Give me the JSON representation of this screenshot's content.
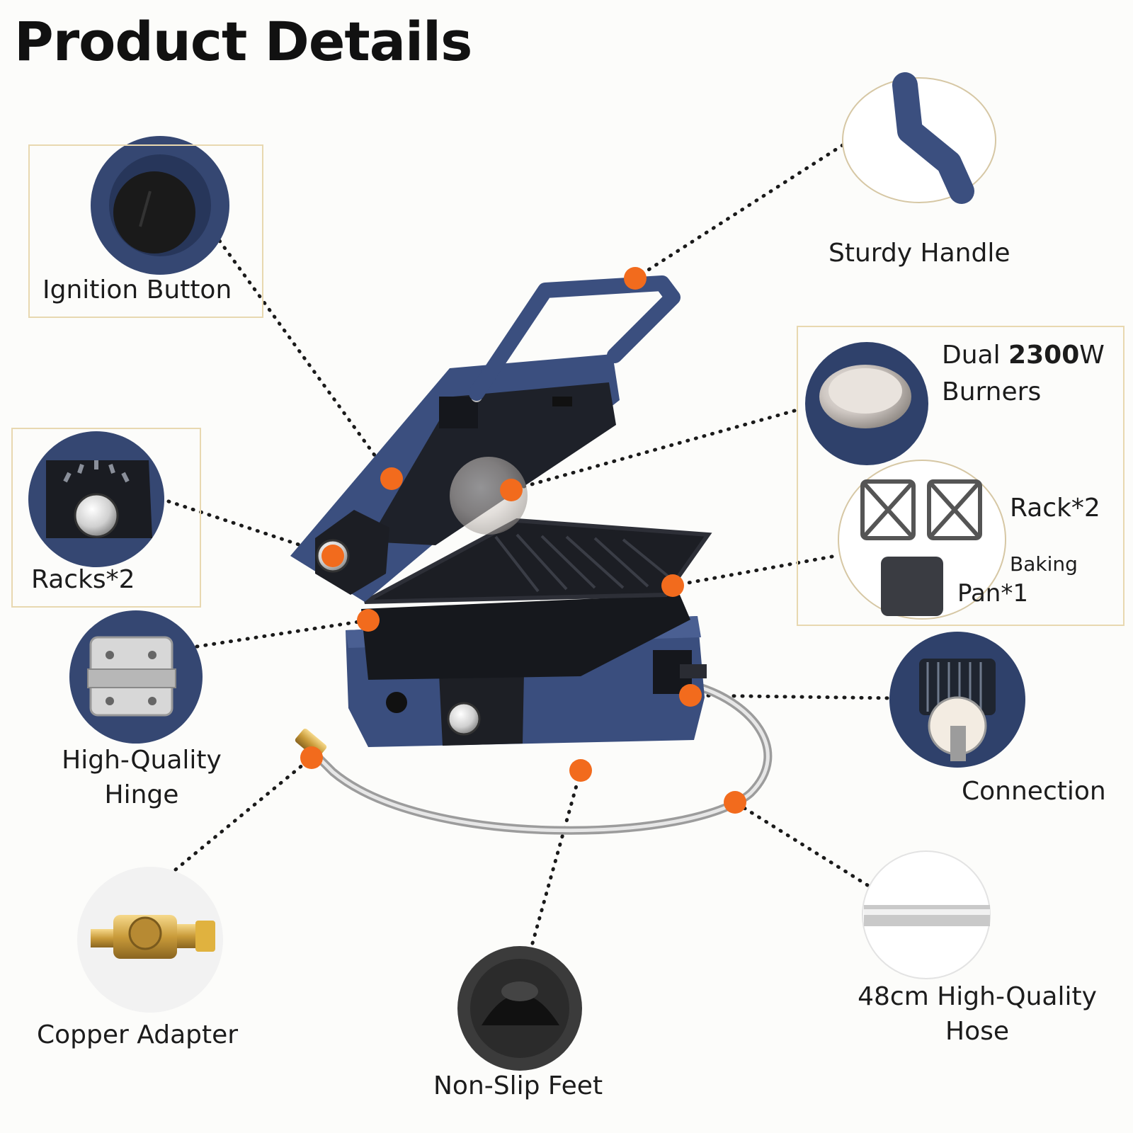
{
  "page": {
    "title": "Product Details"
  },
  "callouts": {
    "sturdy_handle": "Sturdy Handle",
    "ignition_button": "Ignition Button",
    "burners_line1_prefix": "Dual ",
    "burners_wattage": "2300",
    "burners_unit": "W",
    "burners_line2": "Burners",
    "racks_left": "Racks*2",
    "rack_right": "Rack*2",
    "baking": "Baking",
    "pan": "Pan*1",
    "hinge_line1": "High-Quality",
    "hinge_line2": "Hinge",
    "connection": "Connection",
    "copper_adapter": "Copper Adapter",
    "non_slip_feet": "Non-Slip Feet",
    "hose_line1": "48cm High-Quality",
    "hose_line2": "Hose"
  },
  "colors": {
    "product_blue": "#3b4f7f",
    "marker_orange": "#f26b1d",
    "box_border": "#e8d8b0",
    "dark": "#1c1c1c"
  }
}
